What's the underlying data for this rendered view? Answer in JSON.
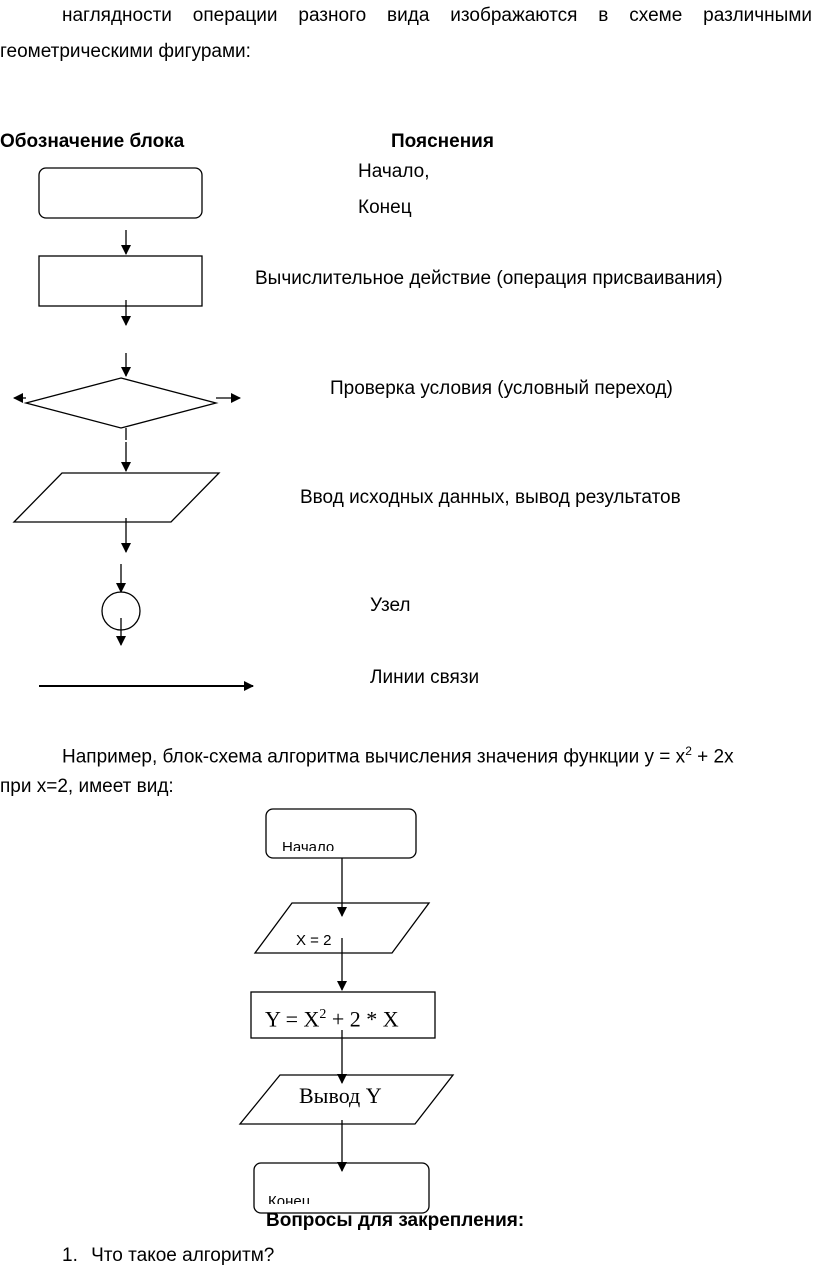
{
  "intro": {
    "line1": "наглядности операции разного вида изображаются в схеме различными",
    "line2": "геометрическими фигурами:"
  },
  "table": {
    "col_block": "Обозначение блока",
    "col_notes": "Пояснения",
    "rows": [
      {
        "shape": "terminal",
        "note_line1": "Начало,",
        "note_line2": "Конец"
      },
      {
        "shape": "process",
        "note": "Вычислительное действие (операция присваивания)"
      },
      {
        "shape": "decision",
        "note": "Проверка условия (условный переход)"
      },
      {
        "shape": "io",
        "note": "Ввод исходных данных, вывод результатов"
      },
      {
        "shape": "connector",
        "note": "Узел"
      },
      {
        "shape": "flow-line",
        "note": "Линии связи"
      }
    ]
  },
  "example": {
    "line1_before": "Например, блок-схема алгоритма вычисления значения функции y = x",
    "line1_sup": "2",
    "line1_after": " + 2x",
    "line2": "при x=2, имеет вид:"
  },
  "flowchart": {
    "start": "Начало",
    "input": "X = 2",
    "calc_before": "Y = X",
    "calc_sup": "2",
    "calc_after": " + 2 * X",
    "output": "Вывод Y",
    "end": "Конец"
  },
  "questions": {
    "heading": "Вопросы для закрепления:",
    "items": [
      {
        "number": "1.",
        "text": "Что такое алгоритм?"
      }
    ]
  }
}
